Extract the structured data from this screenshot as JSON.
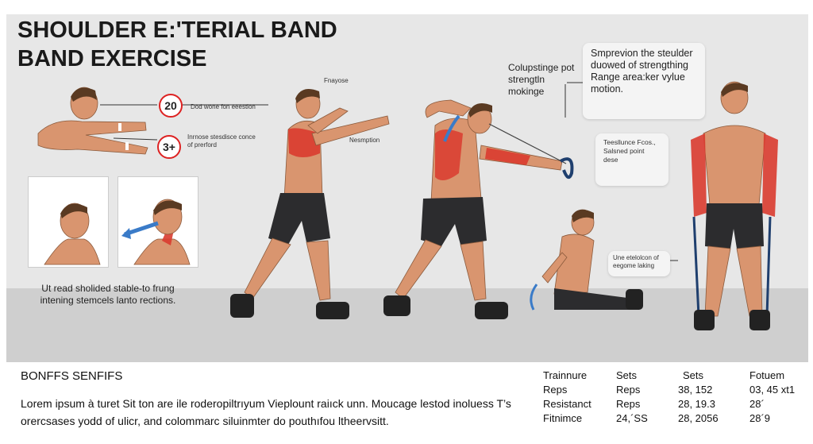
{
  "title": {
    "line1": "SHOULDER E:'TERIAL BAND",
    "line2": "BAND EXERCISE"
  },
  "badges": [
    "20",
    "3+"
  ],
  "labels": {
    "badge1_note": "Dod wone fon eeestion",
    "badge2_note": "Inrnose stesdisce conce of prerford",
    "pointer_top": "Fnayose",
    "pointer_mid": "Nesmption",
    "center_note": "Colupstinge pot strengtln mokinge",
    "callout_top": "Smprevion the steulder duowed of strengthing Range area:ker vylue motion.",
    "callout_mid": "Teesllunce Fcos., Salsned point dese",
    "callout_low": "Une etelolcon of eegome laking",
    "left_note": "Ut read sholided stable-to frung intening stemcels lanto rections."
  },
  "bottom": {
    "section_title": "BONFFS SENFIFS",
    "description": "Lorem ipsum à turet Sit ton are ile roderopiltrıyum Vieplount raiıck unn. Moucage lestod inoluess T’s orercsases yodd of ulicr, and colommarc siluinmter do pouthıfou ltheervsitt."
  },
  "table": {
    "headers": [
      "Trainnure",
      "Sets",
      "Sets",
      "Fotuem"
    ],
    "rows": [
      [
        "Reps",
        "Reps",
        "38, 152",
        "03, 45 xt1"
      ],
      [
        "Resistanct",
        "Reps",
        "28, 19.3",
        "28´"
      ],
      [
        "Fitnimce",
        "24,´SS",
        "28, 2056",
        "28´9"
      ]
    ]
  },
  "colors": {
    "muscle_red": "#d93b2f",
    "skin": "#d9956f",
    "shorts": "#2c2c2e",
    "band_blue": "#3a7bc8",
    "badge_border": "#dd2222"
  }
}
